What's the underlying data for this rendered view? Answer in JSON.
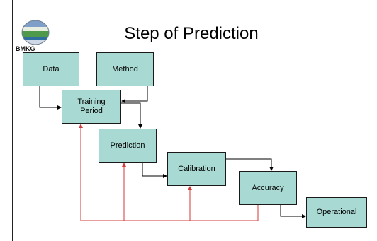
{
  "logo": {
    "text": "BMKG",
    "icon": "bmkg-globe-logo-icon"
  },
  "title": "Step of Prediction",
  "boxes": {
    "data": "Data",
    "method": "Method",
    "training": "Training\nPeriod",
    "prediction": "Prediction",
    "calibration": "Calibration",
    "accuracy": "Accuracy",
    "operational": "Operational"
  },
  "colors": {
    "box_fill": "#a9d9d3",
    "flow_line": "#000000",
    "feedback_line": "#d23a3a"
  }
}
